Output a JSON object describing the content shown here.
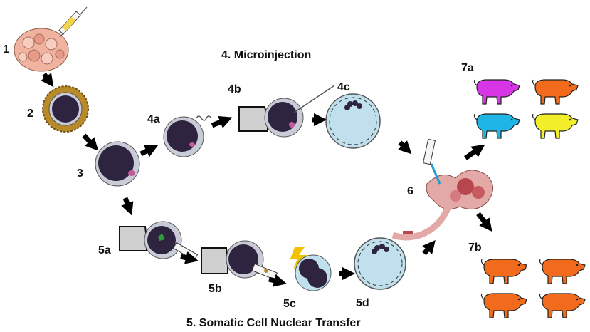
{
  "titles": {
    "microinjection": "4. Microinjection",
    "scnt": "5. Somatic Cell Nuclear Transfer"
  },
  "labels": {
    "s1": "1",
    "s2": "2",
    "s3": "3",
    "s4a": "4a",
    "s4b": "4b",
    "s4c": "4c",
    "s5a": "5a",
    "s5b": "5b",
    "s5c": "5c",
    "s5d": "5d",
    "s6": "6",
    "s7a": "7a",
    "s7b": "7b"
  },
  "colors": {
    "oocyte": "#2e2440",
    "zona": "#c9ccd6",
    "embryo_fluid": "#bfe0ec",
    "cumulus": "#b88a2a",
    "lightning": "#f2c200",
    "pig_magenta": "#d636e6",
    "pig_orange": "#f26a1b",
    "pig_cyan": "#1fb6e6",
    "pig_yellow": "#f2ee2a",
    "uterus": "#e3a9a6"
  },
  "icons": [
    "syringe-icon",
    "lightning-icon",
    "pig-icon",
    "micropipette-icon",
    "holding-pipette-icon"
  ]
}
